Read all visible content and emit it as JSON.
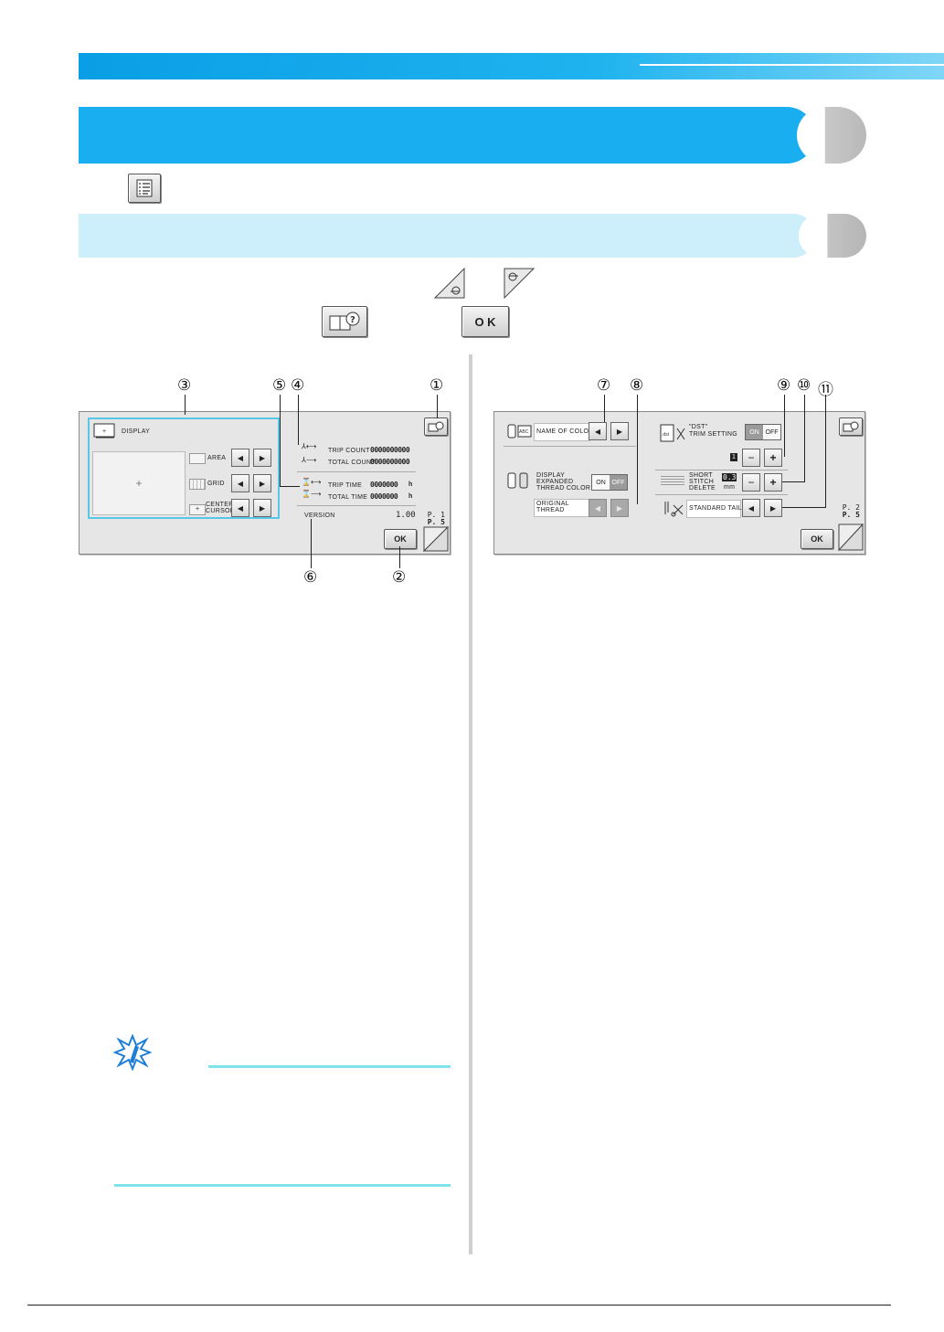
{
  "left_screen": {
    "display_label": "DISPLAY",
    "area_label": "AREA",
    "grid_label": "GRID",
    "center_cursor_label": "CENTER\nCURSOR",
    "trip_count_label": "TRIP COUNT",
    "total_count_label": "TOTAL COUNT",
    "trip_count_value": "0000000000",
    "total_count_value": "0000000000",
    "trip_time_label": "TRIP TIME",
    "total_time_label": "TOTAL TIME",
    "trip_time_value": "0000000",
    "total_time_value": "0000000",
    "hours_unit": "h",
    "version_label": "VERSION",
    "version_value": "1.00",
    "ok_label": "OK",
    "page_current": "P. 1",
    "page_total": "P. 5"
  },
  "right_screen": {
    "name_of_color_label": "NAME OF COLOR",
    "display_expanded_label": "DISPLAY\nEXPANDED\nTHREAD COLOR",
    "original_thread_label": "ORIGINAL\nTHREAD",
    "toggle_on": "ON",
    "toggle_off": "OFF",
    "dst_trim_label": "\"DST\"\nTRIM SETTING",
    "dst_trim_value": "1",
    "short_stitch_label": "SHORT\nSTITCH\nDELETE",
    "short_stitch_value": "0.3",
    "short_stitch_unit": "mm",
    "standard_tail_label": "STANDARD TAIL",
    "ok_label": "OK",
    "page_current": "P. 2",
    "page_total": "P. 5"
  },
  "toolbar": {
    "ok_label": "O K"
  },
  "callouts": [
    "①",
    "②",
    "③",
    "④",
    "⑤",
    "⑥",
    "⑦",
    "⑧",
    "⑨",
    "⑩",
    "⑪"
  ],
  "icons": [
    "settings-list-icon",
    "page-prev-icon",
    "page-next-icon",
    "help-book-icon",
    "note-icon"
  ],
  "colors": {
    "accent": "#19aef0",
    "light_accent": "#cdeefb",
    "note_line": "#7fe3ee"
  }
}
